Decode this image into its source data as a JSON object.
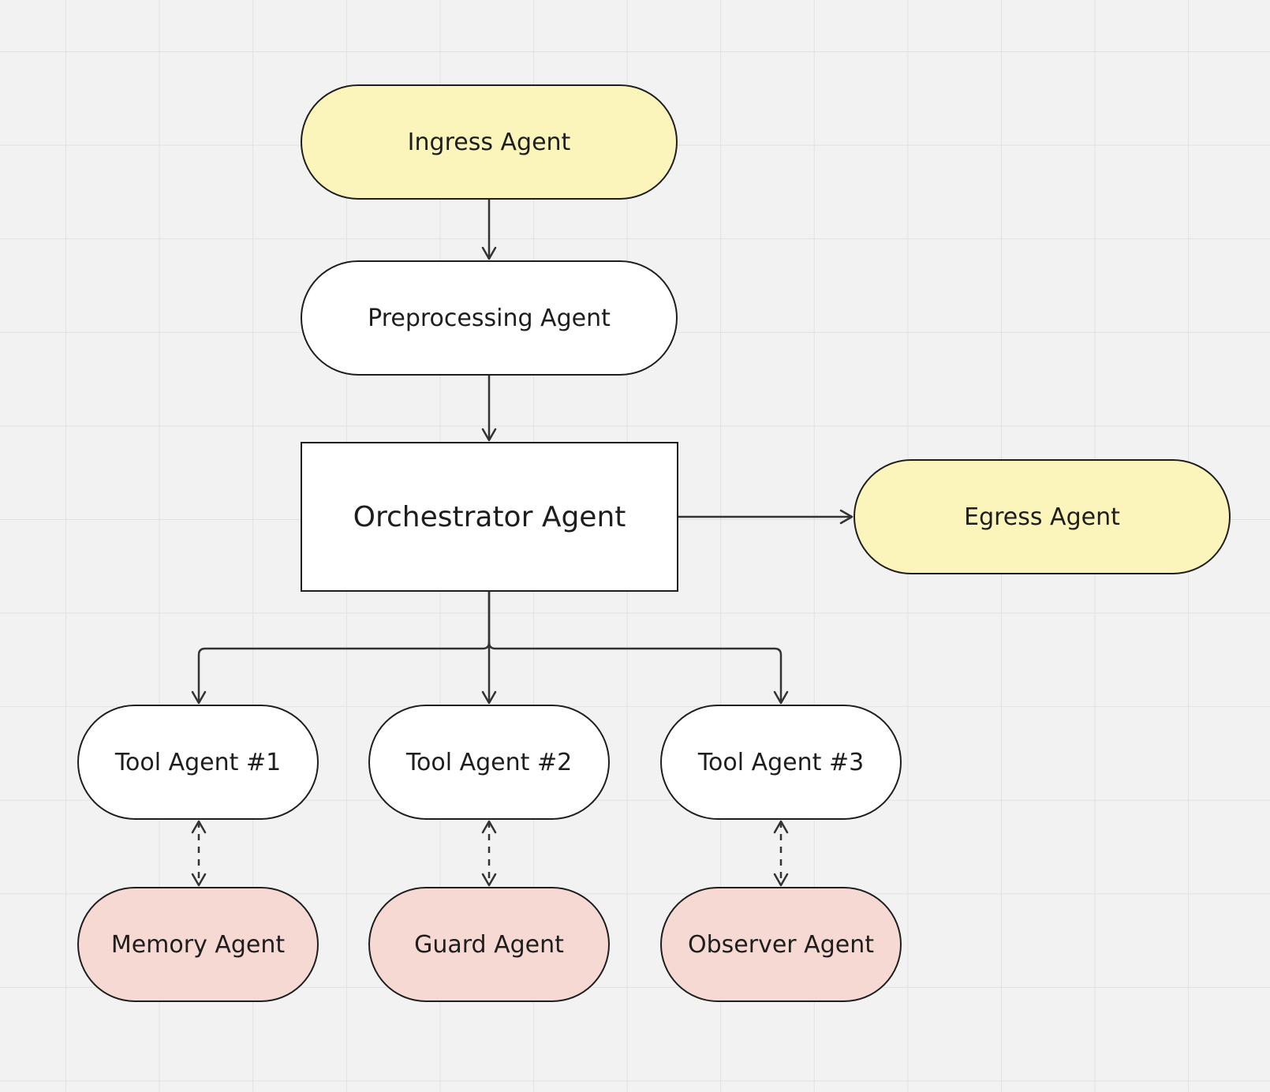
{
  "nodes": {
    "ingress": "Ingress Agent",
    "preprocessing": "Preprocessing Agent",
    "orchestrator": "Orchestrator Agent",
    "egress": "Egress Agent",
    "tool1": "Tool Agent #1",
    "tool2": "Tool Agent #2",
    "tool3": "Tool Agent #3",
    "memory": "Memory Agent",
    "guard": "Guard Agent",
    "observer": "Observer Agent"
  },
  "edges": [
    {
      "from": "Ingress Agent",
      "to": "Preprocessing Agent",
      "style": "solid",
      "direction": "forward"
    },
    {
      "from": "Preprocessing Agent",
      "to": "Orchestrator Agent",
      "style": "solid",
      "direction": "forward"
    },
    {
      "from": "Orchestrator Agent",
      "to": "Egress Agent",
      "style": "solid",
      "direction": "forward"
    },
    {
      "from": "Orchestrator Agent",
      "to": "Tool Agent #1",
      "style": "solid",
      "direction": "forward"
    },
    {
      "from": "Orchestrator Agent",
      "to": "Tool Agent #2",
      "style": "solid",
      "direction": "forward"
    },
    {
      "from": "Orchestrator Agent",
      "to": "Tool Agent #3",
      "style": "solid",
      "direction": "forward"
    },
    {
      "from": "Tool Agent #1",
      "to": "Memory Agent",
      "style": "dashed",
      "direction": "both"
    },
    {
      "from": "Tool Agent #2",
      "to": "Guard Agent",
      "style": "dashed",
      "direction": "both"
    },
    {
      "from": "Tool Agent #3",
      "to": "Observer Agent",
      "style": "dashed",
      "direction": "both"
    }
  ],
  "colors": {
    "background": "#f2f2f2",
    "grid": "#e1e1e1",
    "stroke": "#1e1e1e",
    "yellow_fill": "#fbf5bb",
    "white_fill": "#ffffff",
    "pink_fill": "#f7d9d3",
    "connector": "#333333"
  }
}
